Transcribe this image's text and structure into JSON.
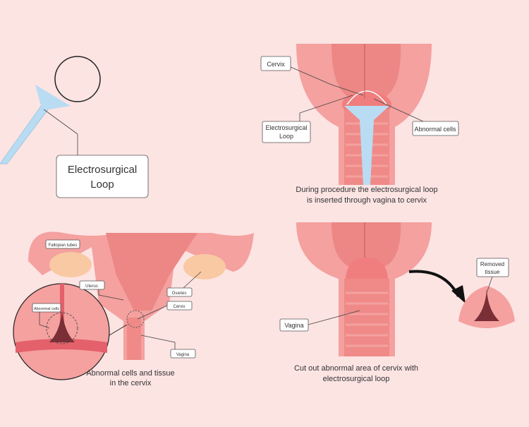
{
  "tool_label": [
    "Electrosurgical",
    "Loop"
  ],
  "procedure": {
    "labels": {
      "cervix": "Cervix",
      "loop": [
        "Electrosurgical",
        "Loop"
      ],
      "abnormal": "Abnormal cells"
    },
    "caption": [
      "During procedure the electrosurgical loop",
      "is inserted through vagina to cervix"
    ]
  },
  "anatomy": {
    "labels": {
      "fallopian": "Fallopian tubes",
      "uterus": "Uterus",
      "ovaries": "Ovaries",
      "cervix": "Cervix",
      "vagina": "Vagina",
      "abnormal": "Abnormal cells"
    },
    "caption": [
      "Abnormal cells and tissue",
      "in the cervix"
    ]
  },
  "result": {
    "labels": {
      "vagina": "Vagina",
      "removed": [
        "Removed",
        "tissue"
      ]
    },
    "caption": [
      "Cut out abnormal area of cervix with",
      "electrosurgical loop"
    ]
  },
  "colors": {
    "background": "#fce4e3",
    "tissue": "#f4a19f",
    "tissue_dark": "#ec8785",
    "loop": "#b9dcf3",
    "abnormal": "#7a2e35",
    "ovary": "#f9c9a4"
  }
}
